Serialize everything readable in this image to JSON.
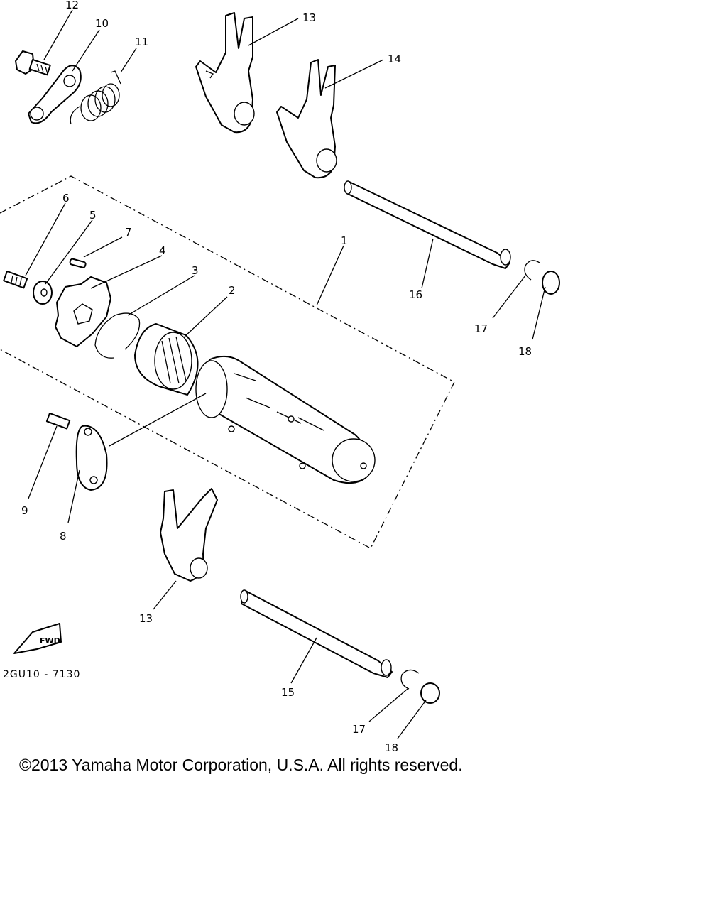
{
  "diagram": {
    "callouts": {
      "c1": "1",
      "c2": "2",
      "c3": "3",
      "c4": "4",
      "c5": "5",
      "c6": "6",
      "c7": "7",
      "c8": "8",
      "c9": "9",
      "c10": "10",
      "c11": "11",
      "c12": "12",
      "c13a": "13",
      "c13b": "13",
      "c14": "14",
      "c15": "15",
      "c16": "16",
      "c17a": "17",
      "c17b": "17",
      "c18a": "18",
      "c18b": "18"
    },
    "fwd_label": "FWD",
    "drawing_code": "2GU10 - 7130"
  },
  "copyright": "©2013 Yamaha Motor Corporation, U.S.A. All rights reserved."
}
